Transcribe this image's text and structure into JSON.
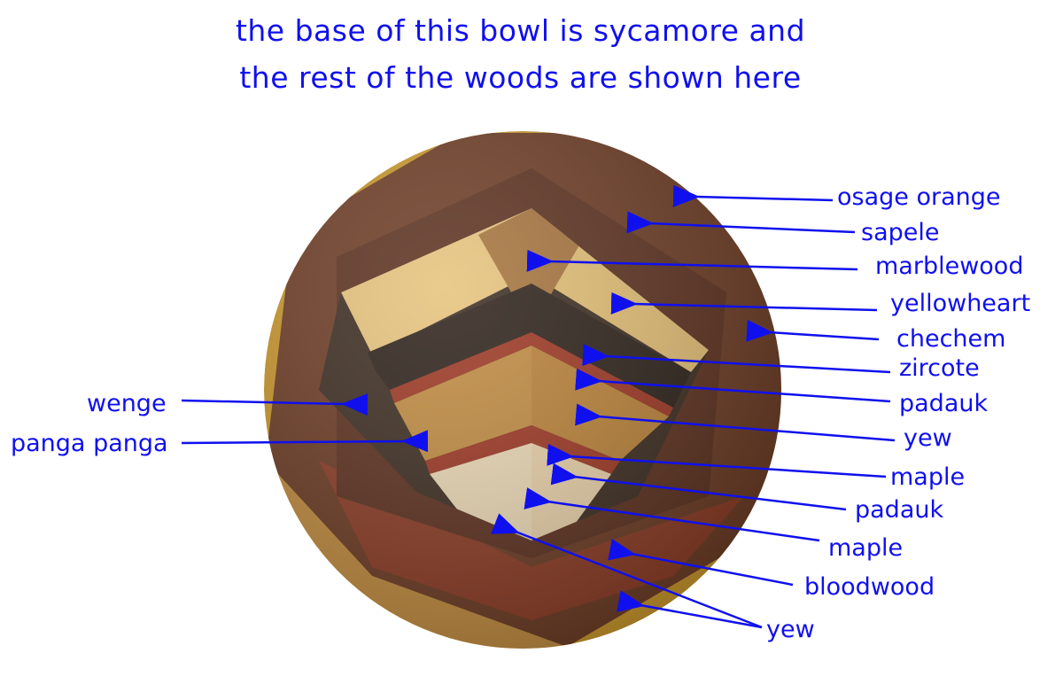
{
  "title": {
    "line1": "the base of this bowl is sycamore and",
    "line2": "the rest of the woods are shown here"
  },
  "labels_right": [
    "osage orange",
    "sapele",
    "marblewood",
    "yellowheart",
    "chechem",
    "zircote",
    "padauk",
    "yew",
    "maple",
    "padauk",
    "maple",
    "bloodwood",
    "yew"
  ],
  "labels_left": [
    "wenge",
    "panga panga"
  ],
  "colors": {
    "annotation": "#1010ee",
    "osage_orange": "#c9962a",
    "sapele": "#6b3a22",
    "yellowheart": "#e6c27a",
    "zircote": "#2a1e16",
    "padauk": "#9c3420",
    "yew": "#c08a3e",
    "maple": "#ecd8b4",
    "bloodwood": "#8a3a22",
    "wenge": "#3a2a1e"
  }
}
